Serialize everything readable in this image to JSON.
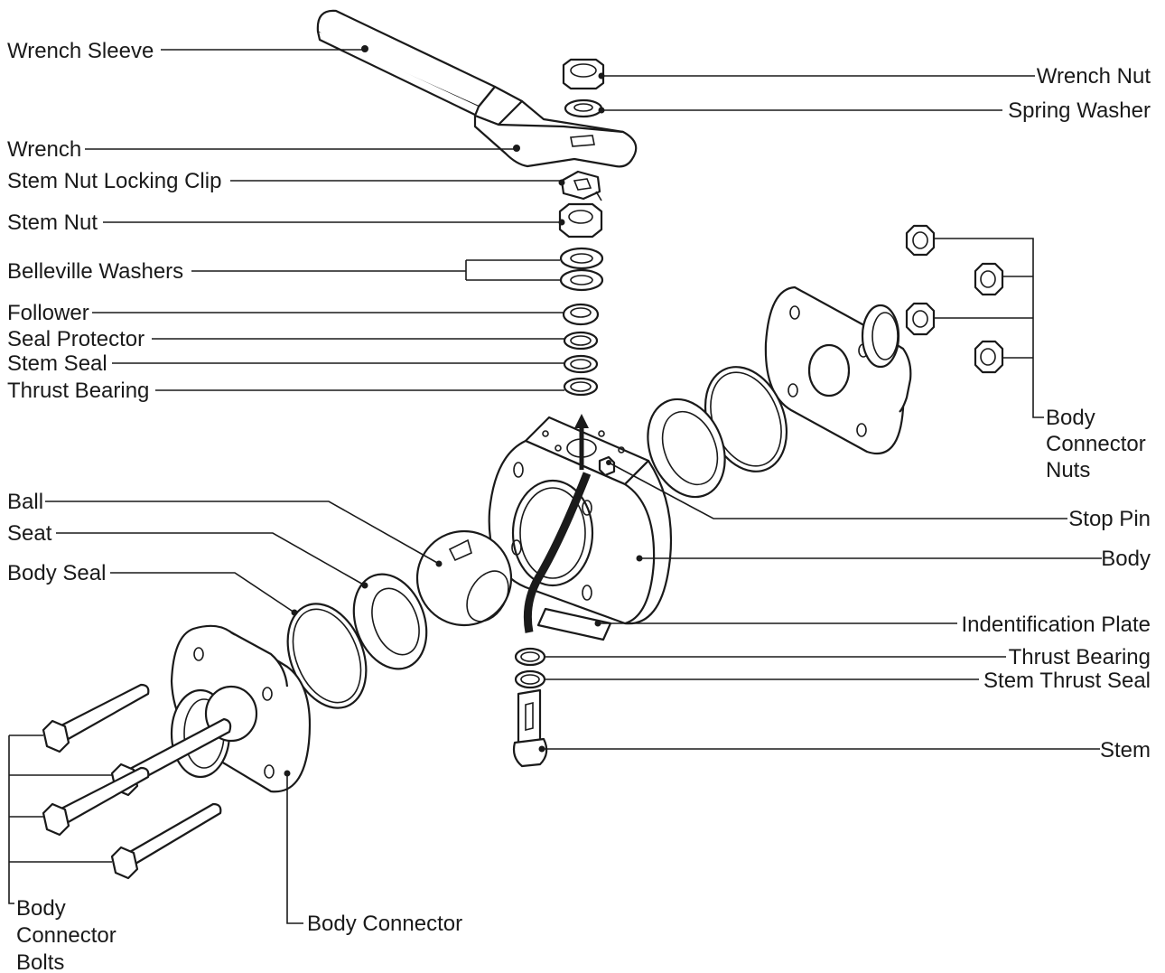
{
  "labels": {
    "wrench_sleeve": "Wrench Sleeve",
    "wrench": "Wrench",
    "stem_nut_locking_clip": "Stem Nut Locking Clip",
    "stem_nut": "Stem Nut",
    "belleville_washers": "Belleville Washers",
    "follower": "Follower",
    "seal_protector": "Seal Protector",
    "stem_seal": "Stem Seal",
    "thrust_bearing_top": "Thrust Bearing",
    "wrench_nut": "Wrench Nut",
    "spring_washer": "Spring Washer",
    "body_connector_nuts": [
      "Body",
      "Connector",
      "Nuts"
    ],
    "ball": "Ball",
    "seat": "Seat",
    "body_seal": "Body Seal",
    "stop_pin": "Stop Pin",
    "body": "Body",
    "identification_plate": "Indentification Plate",
    "thrust_bearing_bottom": "Thrust Bearing",
    "stem_thrust_seal": "Stem Thrust Seal",
    "stem": "Stem",
    "body_connector_bolts": [
      "Body",
      "Connector",
      "Bolts"
    ],
    "body_connector": "Body Connector"
  }
}
